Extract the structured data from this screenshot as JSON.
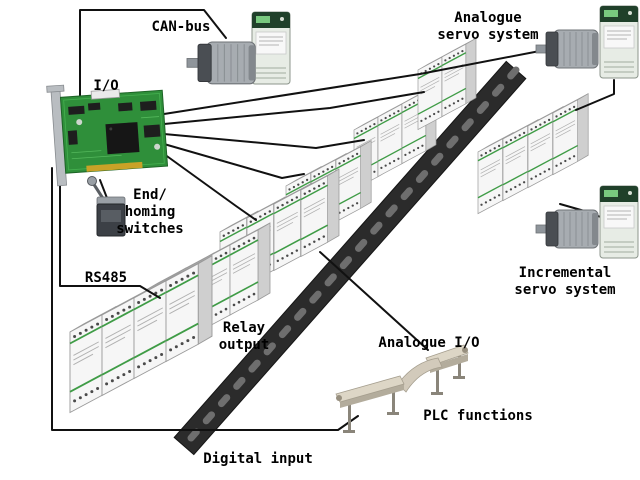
{
  "labels": {
    "can_bus": "CAN-bus",
    "analogue_servo": [
      "Analogue",
      "servo system"
    ],
    "io": "I/O",
    "end_homing": [
      "End/",
      "homing",
      "switches"
    ],
    "rs485": "RS485",
    "relay_output": [
      "Relay",
      "output"
    ],
    "analogue_io": "Analogue I/O",
    "incremental_servo": [
      "Incremental",
      "servo system"
    ],
    "plc_functions": "PLC functions",
    "digital_input": "Digital input"
  },
  "colors": {
    "background": "#ffffff",
    "text": "#000000",
    "wire": "#111111",
    "din_rail": "#2b2b2b",
    "din_rail_slot": "#6e6e6e",
    "module_front": "#f6f6f6",
    "module_top": "#e9e9e9",
    "module_side": "#cfcfcf",
    "module_accent_green": "#3f9c46",
    "pcb_green": "#2f8f3a",
    "pcb_chip_black": "#161616",
    "gold_edge_connector": "#c9a227",
    "servo_drive_body": "#e7ece5",
    "servo_drive_header_green": "#20402a",
    "motor_gray": "#a7acb1",
    "conveyor_belt": "#ddd6c6"
  }
}
